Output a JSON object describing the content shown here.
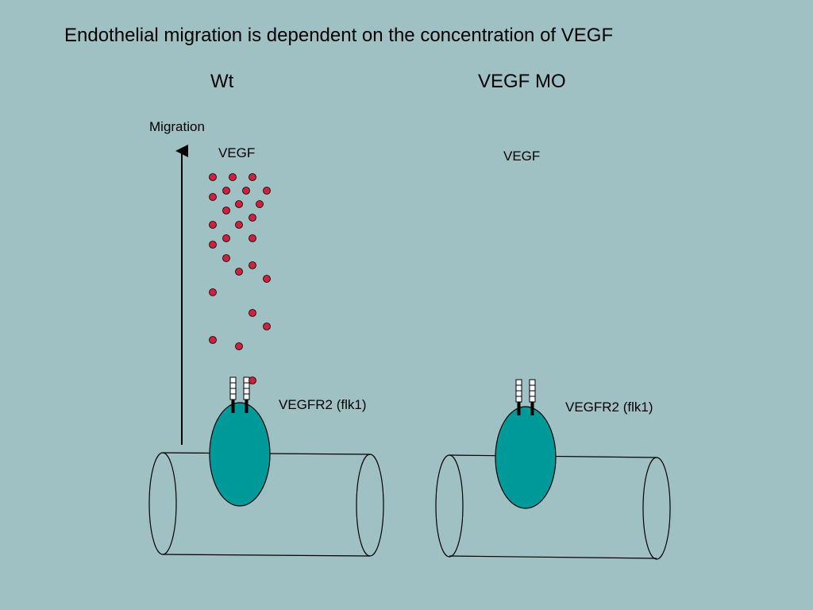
{
  "title": "Endothelial migration is dependent on the concentration of VEGF",
  "panels": {
    "left": {
      "heading": "Wt",
      "axis_label": "Migration",
      "ligand_label": "VEGF",
      "receptor_label": "VEGFR2 (flk1)"
    },
    "right": {
      "heading": "VEGF MO",
      "ligand_label": "VEGF",
      "receptor_label": "VEGFR2 (flk1)"
    }
  },
  "colors": {
    "background": "#a0c1c4",
    "cell": "#00999a",
    "vegf_dot": "#d0203c"
  }
}
